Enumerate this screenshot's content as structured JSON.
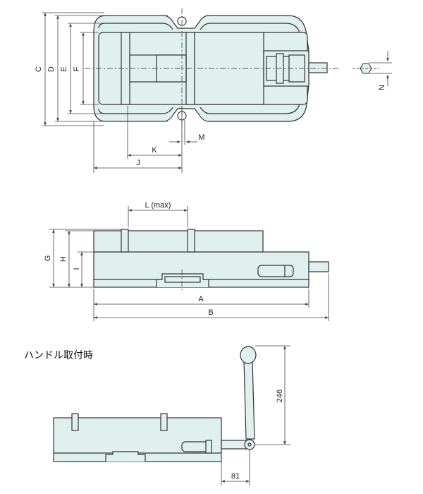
{
  "top_view": {
    "labels": {
      "C": "C",
      "D": "D",
      "E": "E",
      "F": "F",
      "K": "K",
      "J": "J",
      "M": "M",
      "N": "N"
    }
  },
  "side_view": {
    "labels": {
      "L": "L (max)",
      "G": "G",
      "H": "H",
      "I": "I",
      "A": "A",
      "B": "B"
    }
  },
  "handle_view": {
    "caption": "ハンドル取付時",
    "dim_height": "246",
    "dim_width": "81"
  },
  "colors": {
    "fill": "#dff0ef",
    "stroke": "#333333",
    "dim": "#444444"
  }
}
